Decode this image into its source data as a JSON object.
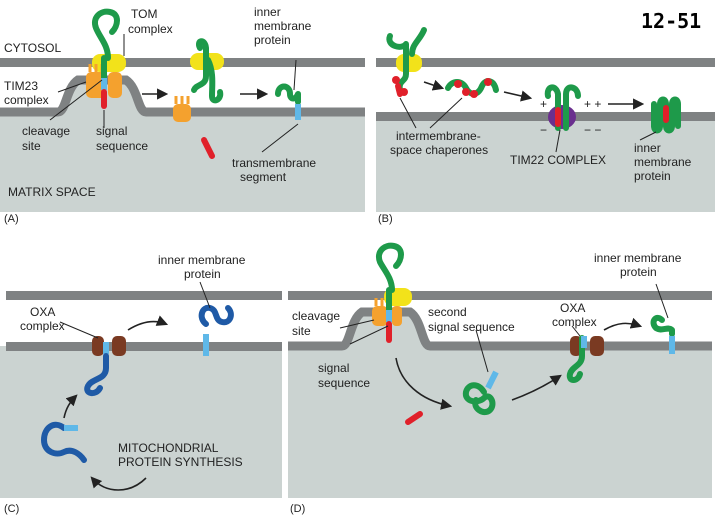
{
  "figure_number": "12-51",
  "panels": {
    "a": {
      "letter": "(A)",
      "cytosol": "CYTOSOL",
      "tom_line1": "TOM",
      "tom_line2": "complex",
      "tim23_line1": "TIM23",
      "tim23_line2": "complex",
      "cleavage_line1": "cleavage",
      "cleavage_line2": "site",
      "signal_line1": "signal",
      "signal_line2": "sequence",
      "imp_line1": "inner",
      "imp_line2": "membrane",
      "imp_line3": "protein",
      "tm_line1": "transmembrane",
      "tm_line2": "segment",
      "matrix": "MATRIX SPACE"
    },
    "b": {
      "letter": "(B)",
      "chap_line1": "intermembrane-",
      "chap_line2": "space chaperones",
      "tim22": "TIM22 COMPLEX",
      "imp_line1": "inner",
      "imp_line2": "membrane",
      "imp_line3": "protein",
      "plus": "+",
      "plus2": "+ +",
      "minus": "−",
      "minus2": "− −"
    },
    "c": {
      "letter": "(C)",
      "imp_line1": "inner membrane",
      "imp_line2": "protein",
      "oxa_line1": "OXA",
      "oxa_line2": "complex",
      "synth_line1": "MITOCHONDRIAL",
      "synth_line2": "PROTEIN SYNTHESIS"
    },
    "d": {
      "letter": "(D)",
      "cleavage_line1": "cleavage",
      "cleavage_line2": "site",
      "signal_line1": "signal",
      "signal_line2": "sequence",
      "second_line1": "second",
      "second_line2": "signal sequence",
      "oxa_line1": "OXA",
      "oxa_line2": "complex",
      "imp_line1": "inner membrane",
      "imp_line2": "protein"
    }
  },
  "colors": {
    "membrane": "#7f8283",
    "matrix": "#cbd3d1",
    "substrate": "#1e9a4a",
    "mito_protein": "#1f5aa6",
    "hydrophobic": "#5fb8e8",
    "signal": "#e0202a",
    "tom": "#f2e21a",
    "tim": "#f4a12e",
    "oxa": "#7a3a22",
    "tim22": "#6a2f8e"
  }
}
